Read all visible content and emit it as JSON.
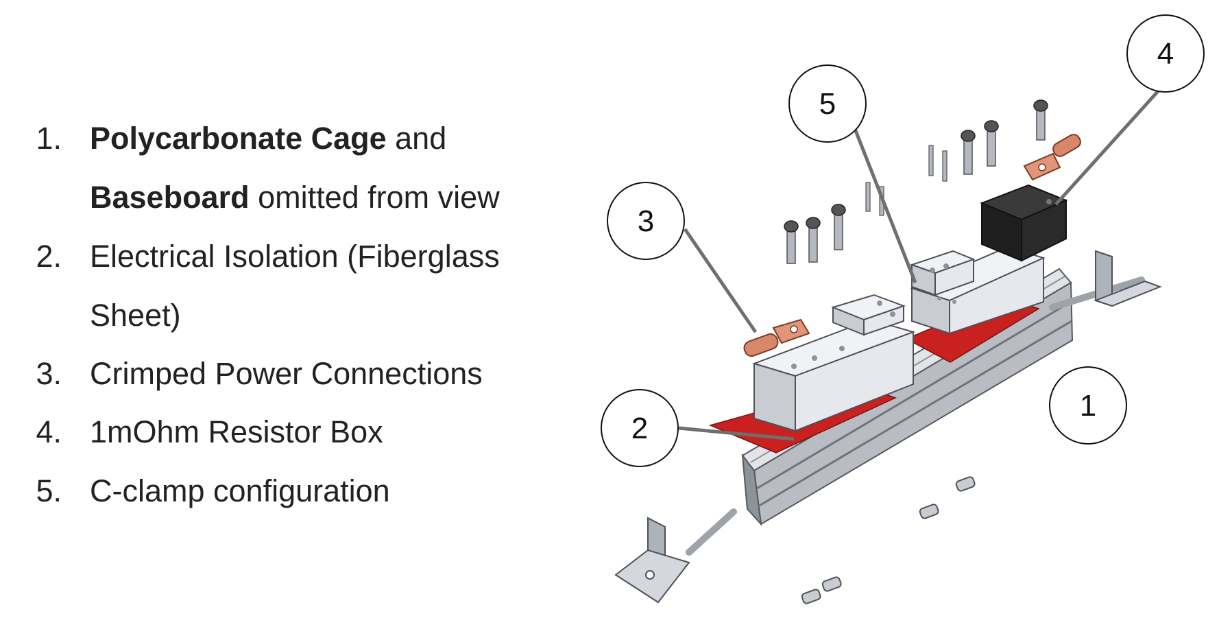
{
  "legend": {
    "items": [
      {
        "number": "1.",
        "lines": [
          {
            "bold": "Polycarbonate Cage",
            "rest": " and"
          },
          {
            "bold": "Baseboard",
            "rest": " omitted from view"
          }
        ]
      },
      {
        "number": "2.",
        "lines": [
          {
            "bold": "",
            "rest": "Electrical Isolation (Fiberglass"
          },
          {
            "bold": "",
            "rest": "Sheet)"
          }
        ]
      },
      {
        "number": "3.",
        "lines": [
          {
            "bold": "",
            "rest": "Crimped Power Connections"
          }
        ]
      },
      {
        "number": "4.",
        "lines": [
          {
            "bold": "",
            "rest": "1mOhm Resistor Box"
          }
        ]
      },
      {
        "number": "5.",
        "lines": [
          {
            "bold": "",
            "rest": "C-clamp configuration"
          }
        ]
      }
    ]
  },
  "diagram": {
    "callouts": {
      "c1": "1",
      "c2": "2",
      "c3": "3",
      "c4": "4",
      "c5": "5"
    },
    "colors": {
      "fiberglass": "#c8211f",
      "copper": "#d9876a",
      "resistor": "#2a2a2a",
      "block": "#e6e8ee",
      "rail": "#b9bcc3",
      "leader": "#6f6f6f"
    }
  }
}
